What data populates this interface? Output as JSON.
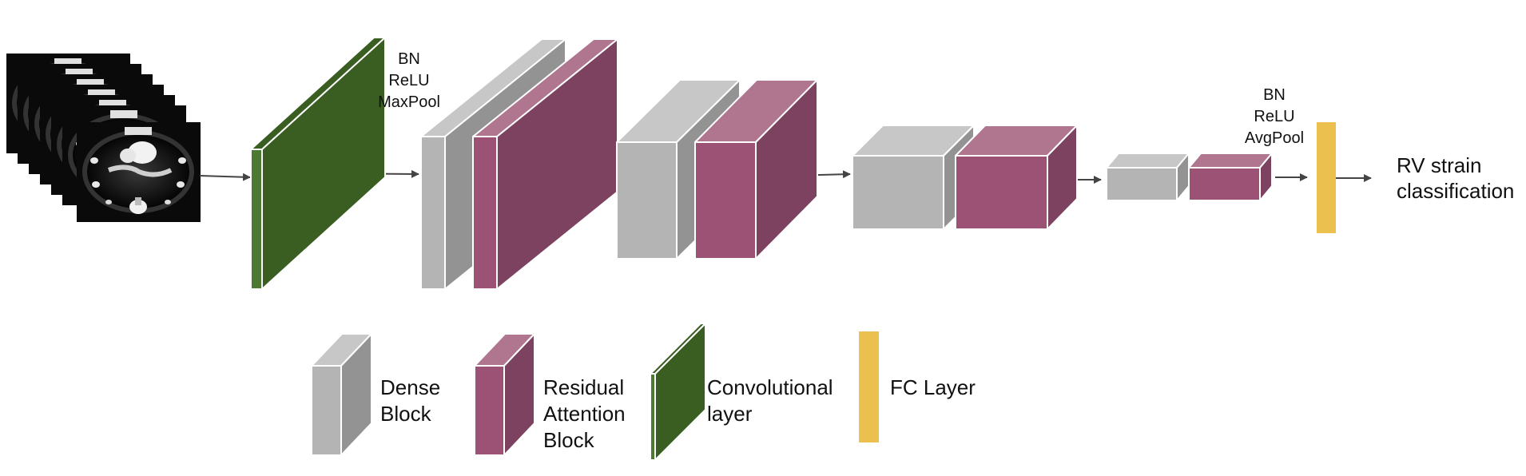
{
  "colors": {
    "dense_front": "#b4b4b4",
    "dense_top": "#c7c7c7",
    "dense_side": "#939393",
    "res_front": "#9b5275",
    "res_top": "#b0768f",
    "res_side": "#7c4260",
    "conv_front": "#4c7a32",
    "conv_side": "#3a5e22",
    "fc": "#ecc04e",
    "arrow": "#444444"
  },
  "labels": {
    "ops_first": [
      "BN",
      "ReLU",
      "MaxPool"
    ],
    "ops_second": [
      "BN",
      "ReLU",
      "AvgPool"
    ],
    "output": [
      "RV strain",
      "classification"
    ]
  },
  "legend": {
    "dense": [
      "Dense",
      "Block"
    ],
    "residual": [
      "Residual",
      "Attention",
      "Block"
    ],
    "conv": [
      "Convolutional",
      "layer"
    ],
    "fc": [
      "FC Layer"
    ]
  },
  "input_icon": "ct-scan-slices-icon"
}
